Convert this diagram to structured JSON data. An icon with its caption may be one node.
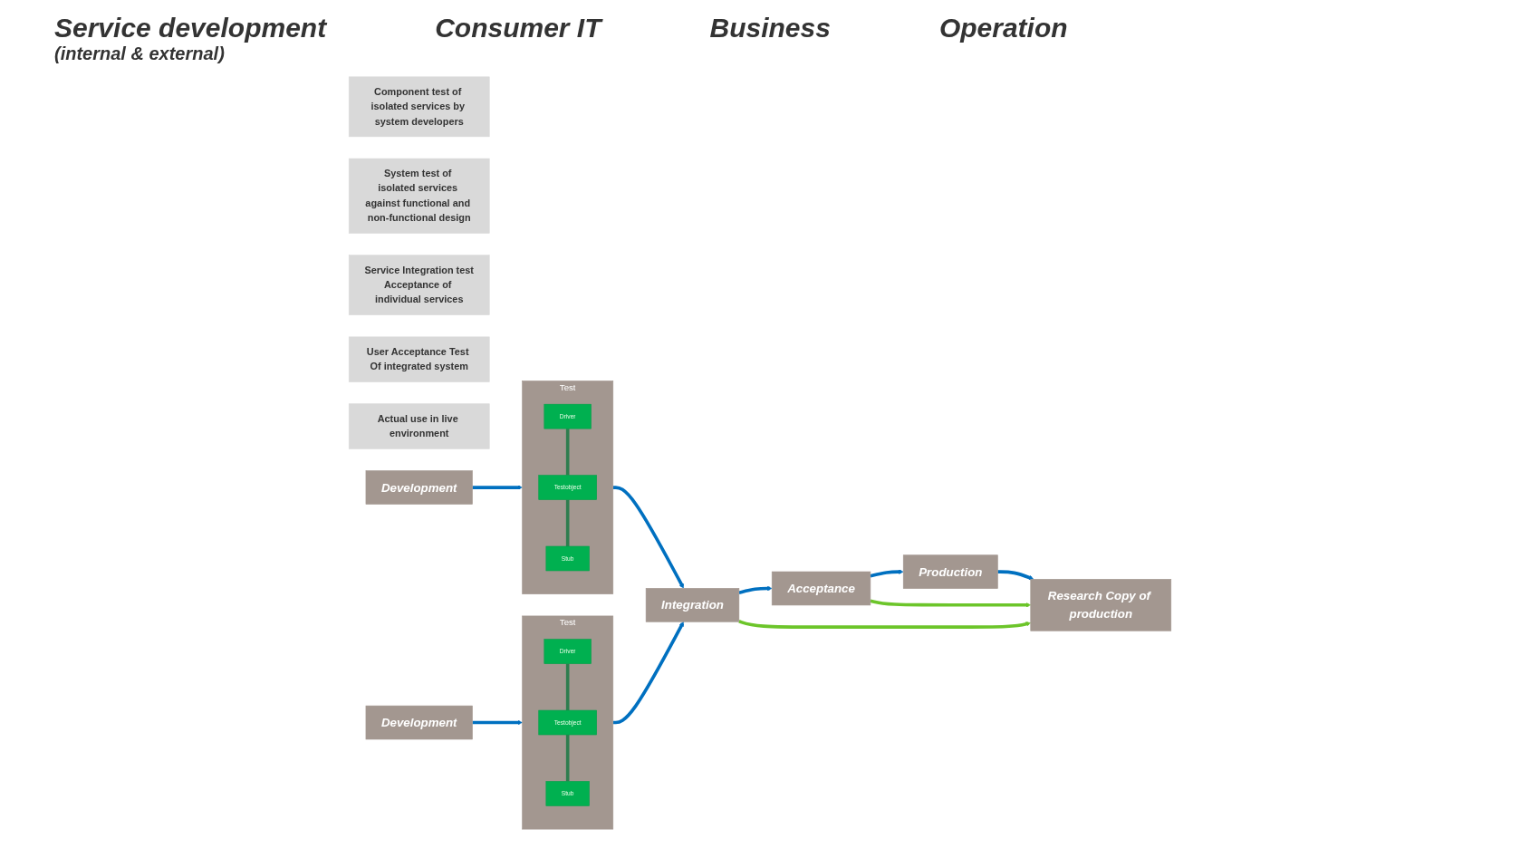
{
  "diagram": {
    "nodes": [
      {
        "text": [
          "Component test of isolated services by system developers"
        ]
      },
      {
        "text": [
          "System test of isolated services against functional and non-functional design"
        ]
      },
      {
        "text": [
          "Service Integration test",
          "Acceptance of individual services"
        ]
      },
      {
        "text": [
          "User Acceptance Test Of integrated system"
        ]
      },
      {
        "text": [
          "Actual use in live environment"
        ]
      },
      {
        "text": [
          "Development"
        ]
      },
      {
        "text": [
          "Test"
        ]
      },
      {
        "text": [
          "Driver"
        ],
        "in": 6
      },
      {
        "text": [
          "Testobject"
        ],
        "in": 6
      },
      {
        "text": [
          "Stub"
        ],
        "in": 6
      },
      {
        "text": [
          "Integration"
        ]
      },
      {
        "text": [
          "Acceptance"
        ]
      },
      {
        "text": [
          "Production"
        ]
      },
      {
        "text": [
          "Development"
        ]
      },
      {
        "text": [
          "Test"
        ]
      },
      {
        "text": [
          "Driver"
        ],
        "in": 14
      },
      {
        "text": [
          "Testobject"
        ],
        "in": 14
      },
      {
        "text": [
          "Stub"
        ],
        "in": 14
      },
      {
        "text": [
          "Research Copy of production"
        ]
      }
    ],
    "edges": [
      {
        "from": 5,
        "to": 6,
        "arrow": "to"
      },
      {
        "from": 7,
        "to": 8,
        "arrow": "none",
        "color": "#2e7d4f"
      },
      {
        "from": 8,
        "to": 9,
        "arrow": "none",
        "color": "#2e7d4f"
      },
      {
        "from": 6,
        "to": 10,
        "arrow": "to"
      },
      {
        "from": 10,
        "to": 11,
        "arrow": "to"
      },
      {
        "from": 11,
        "to": 12,
        "arrow": "to"
      },
      {
        "from": 12,
        "to": 18,
        "arrow": "to"
      },
      {
        "from": 13,
        "to": 14,
        "arrow": "to"
      },
      {
        "from": 15,
        "to": 16,
        "arrow": "none",
        "color": "#2e7d4f"
      },
      {
        "from": 16,
        "to": 17,
        "arrow": "none",
        "color": "#2e7d4f"
      },
      {
        "from": 14,
        "to": 10,
        "arrow": "to"
      },
      {
        "from": 10,
        "to": 18,
        "arrow": "to",
        "color": "#6cc52a"
      },
      {
        "from": 11,
        "to": 18,
        "arrow": "to",
        "color": "#6cc52a"
      }
    ],
    "labels": [
      "Service development",
      "(internal & external)",
      "Consumer IT",
      "Business",
      "Operation"
    ]
  }
}
